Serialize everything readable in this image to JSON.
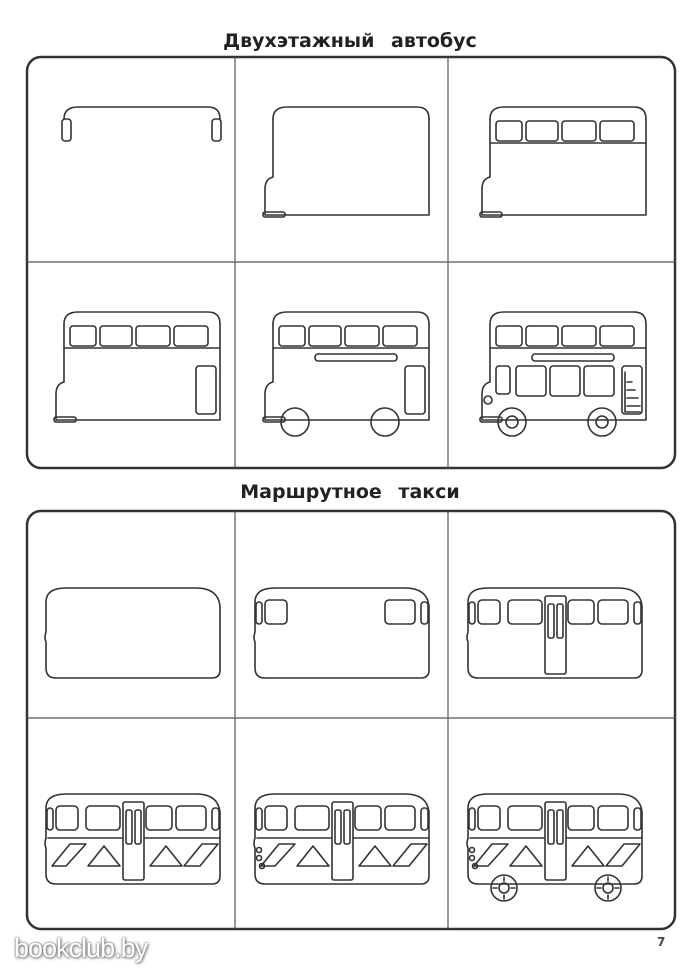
{
  "sections": [
    {
      "title": "Двухэтажный автобус",
      "steps": 6
    },
    {
      "title": "Маршрутное такси",
      "steps": 6
    }
  ],
  "footer": {
    "watermark": "bookclub.by",
    "page_number": "7"
  }
}
